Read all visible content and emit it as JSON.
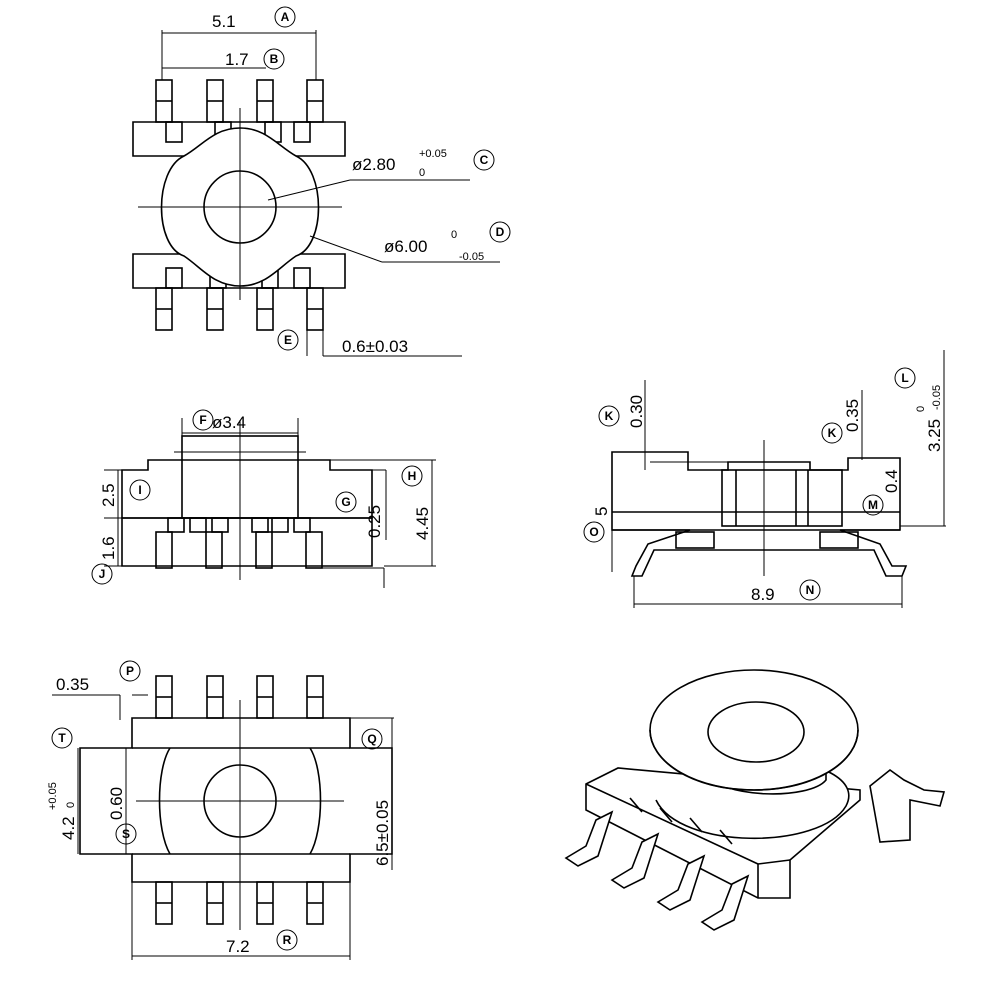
{
  "dimensions": {
    "a": "5.1",
    "b": "1.7",
    "c_dia": "ø2.80",
    "c_tol_plus": "+0.05",
    "c_tol_minus": "0",
    "d_dia": "ø6.00",
    "d_tol_plus": "0",
    "d_tol_minus": "-0.05",
    "e": "0.6±0.03",
    "f": "ø3.4",
    "g": "0.25",
    "h": "4.45",
    "i": "2.5",
    "j": "1.6",
    "k1": "0.30",
    "k2": "0.35",
    "l": "3.25",
    "l_tol_plus": "0",
    "l_tol_minus": "-0.05",
    "m": "0.4",
    "n": "8.9",
    "o": "5",
    "p": "0.35",
    "q": "6.5±0.05",
    "r": "7.2",
    "s": "0.60",
    "t": "4.2",
    "t_tol_plus": "+0.05",
    "t_tol_minus": "0"
  },
  "tags": {
    "a": "A",
    "b": "B",
    "c": "C",
    "d": "D",
    "e": "E",
    "f": "F",
    "g": "G",
    "h": "H",
    "i": "I",
    "j": "J",
    "k1": "K",
    "k2": "K",
    "l": "L",
    "m": "M",
    "n": "N",
    "o": "O",
    "p": "P",
    "q": "Q",
    "r": "R",
    "s": "S",
    "t": "T"
  }
}
